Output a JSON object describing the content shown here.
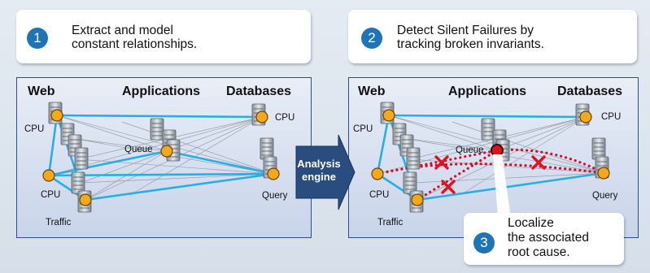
{
  "steps": [
    {
      "number": "1",
      "line1": "Extract and model",
      "line2": "constant relationships."
    },
    {
      "number": "2",
      "line1": "Detect Silent Failures by",
      "line2": "tracking broken invariants."
    },
    {
      "number": "3",
      "line1": "Localize",
      "line2": "the associated",
      "line3": "root cause."
    }
  ],
  "columns": {
    "web": "Web",
    "applications": "Applications",
    "databases": "Databases"
  },
  "labels": {
    "cpu": "CPU",
    "queue": "Queue",
    "query": "Query",
    "traffic": "Traffic"
  },
  "engine": {
    "line1": "Analysis",
    "line2": "engine"
  },
  "colors": {
    "step_badge": "#1f74b5",
    "relationship_line": "#29aee3",
    "broken_link": "#d0102c",
    "node_fill": "#f4a81d",
    "root_cause": "#e0121f",
    "arrow": "#2a4d80",
    "panel_border": "#2b4f8a"
  }
}
